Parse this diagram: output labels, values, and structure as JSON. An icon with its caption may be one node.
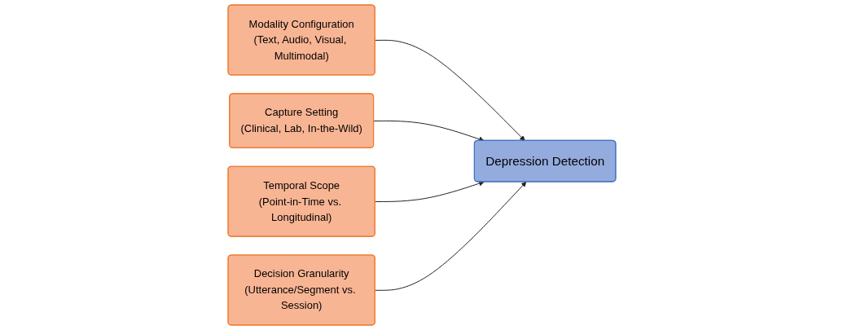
{
  "diagram": {
    "nodes": [
      {
        "text": [
          "Modality Configuration",
          "(Text, Audio, Visual, Multimodal)"
        ]
      },
      {
        "text": [
          "Capture Setting",
          "(Clinical, Lab, In-the-Wild)"
        ]
      },
      {
        "text": [
          "Depression Detection"
        ]
      },
      {
        "text": [
          "Temporal Scope",
          "(Point-in-Time vs. Longitudinal)"
        ]
      },
      {
        "text": [
          "Decision Granularity",
          "(Utterance/Segment vs. Session)"
        ]
      }
    ],
    "edges": [
      {
        "from": 0,
        "to": 2,
        "arrow": "to"
      },
      {
        "from": 1,
        "to": 2,
        "arrow": "to"
      },
      {
        "from": 3,
        "to": 2,
        "arrow": "to"
      },
      {
        "from": 4,
        "to": 2,
        "arrow": "to"
      }
    ]
  }
}
